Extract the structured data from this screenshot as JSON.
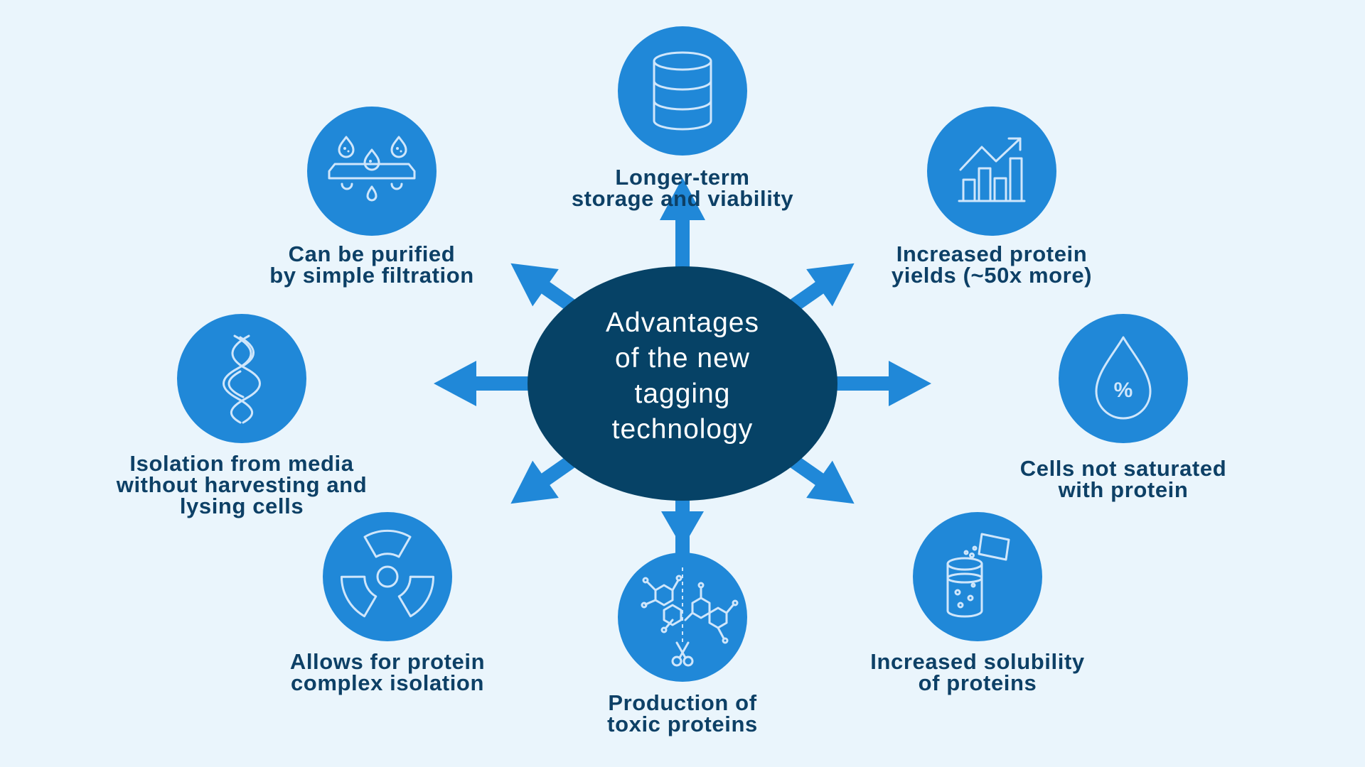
{
  "center": {
    "title_lines": [
      "Advantages",
      "of the new",
      "tagging",
      "technology"
    ]
  },
  "colors": {
    "background": "#eaf5fc",
    "center_ellipse": "#064266",
    "arrow": "#2088d8",
    "icon_circle": "#2088d8",
    "icon_stroke": "#cfe6fb",
    "label_text": "#0d4066"
  },
  "items": [
    {
      "id": "storage",
      "icon": "database-icon",
      "lines": [
        "Longer-term",
        "storage and viability"
      ]
    },
    {
      "id": "yields",
      "icon": "growth-chart-icon",
      "lines": [
        "Increased protein",
        "yields (~50x more)"
      ]
    },
    {
      "id": "saturation",
      "icon": "percent-drop-icon",
      "lines": [
        "Cells not saturated",
        "with protein"
      ]
    },
    {
      "id": "solubility",
      "icon": "beaker-pour-icon",
      "lines": [
        "Increased solubility",
        "of proteins"
      ]
    },
    {
      "id": "toxic",
      "icon": "molecule-scissors-icon",
      "lines": [
        "Production of",
        "toxic proteins"
      ]
    },
    {
      "id": "complex",
      "icon": "radiation-icon",
      "lines": [
        "Allows for protein",
        "complex isolation"
      ]
    },
    {
      "id": "isolation",
      "icon": "dna-helix-icon",
      "lines": [
        "Isolation from media",
        "without harvesting and",
        "lysing cells"
      ]
    },
    {
      "id": "filtration",
      "icon": "filtration-drops-icon",
      "lines": [
        "Can be purified",
        "by simple filtration"
      ]
    }
  ]
}
